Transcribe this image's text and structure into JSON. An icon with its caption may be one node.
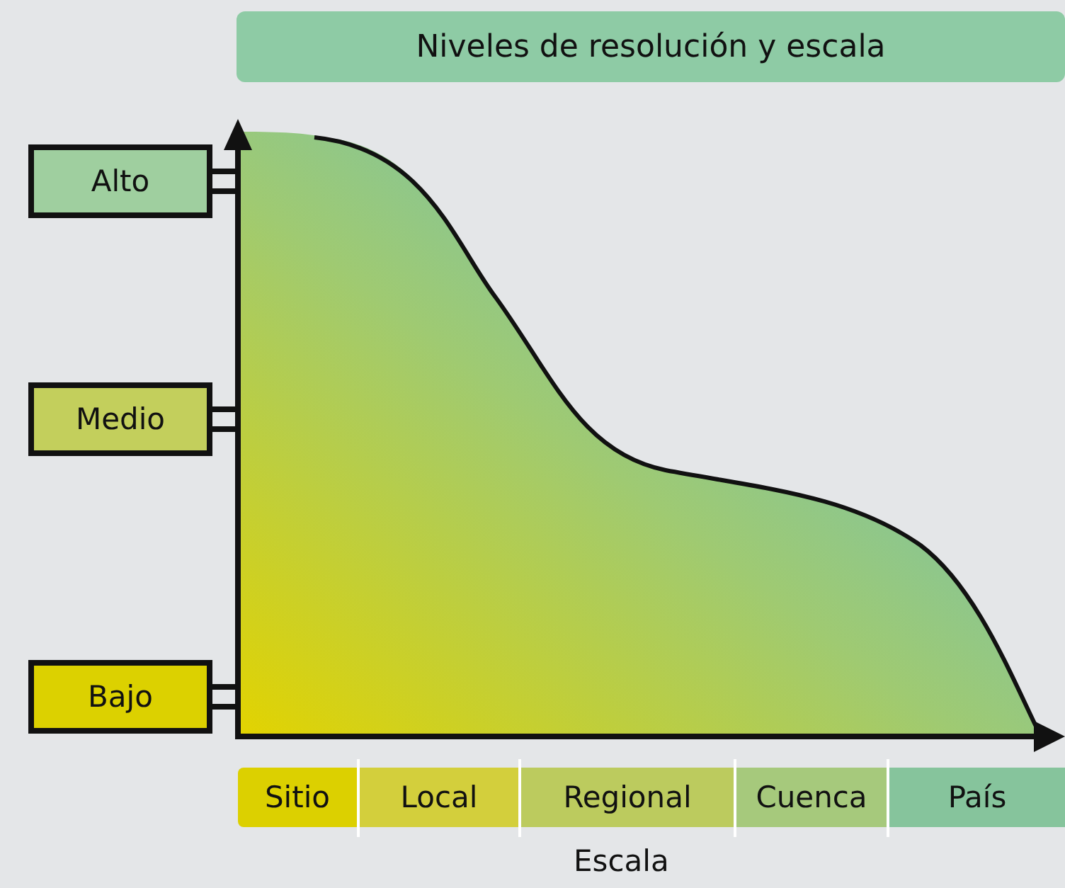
{
  "diagram": {
    "title": "Niveles de resolución y escala",
    "nodes": [
      {
        "text": [
          "Alto"
        ]
      },
      {
        "text": [
          "Medio"
        ]
      },
      {
        "text": [
          "Bajo"
        ]
      },
      {
        "text": [
          "Sitio"
        ]
      },
      {
        "text": [
          "Local"
        ]
      },
      {
        "text": [
          "Regional"
        ]
      },
      {
        "text": [
          "Cuenca"
        ]
      },
      {
        "text": [
          "País"
        ]
      },
      {
        "text": [],
        "shape": "bar"
      }
    ],
    "edges": [
      {
        "from": 0,
        "to": 8,
        "arrow": "none"
      },
      {
        "from": 1,
        "to": 8,
        "arrow": "none"
      },
      {
        "from": 2,
        "to": 8,
        "arrow": "none"
      }
    ],
    "labels": [
      "Escala"
    ]
  }
}
